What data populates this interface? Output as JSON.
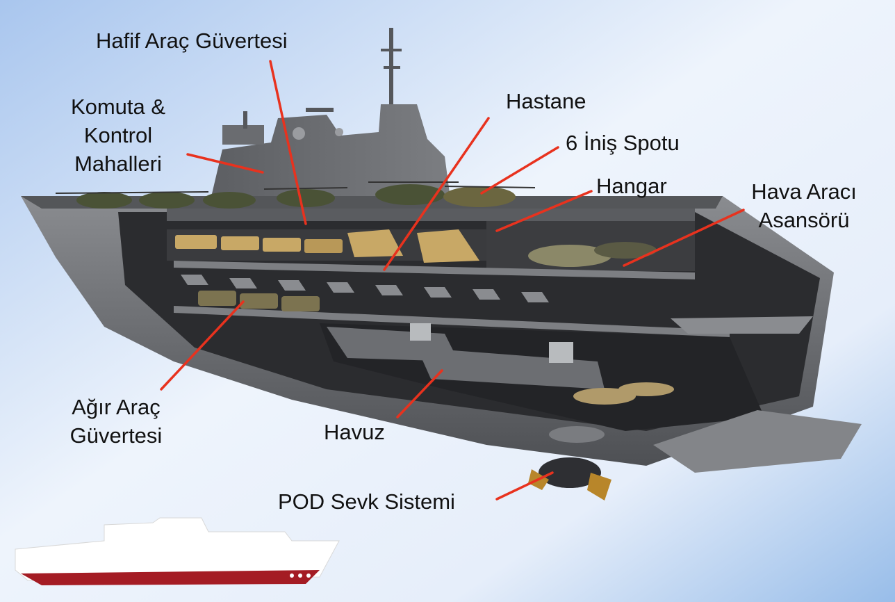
{
  "labels": {
    "hafif_arac": "Hafif Araç Güvertesi",
    "komuta_1": "Komuta &",
    "komuta_2": "Kontrol",
    "komuta_3": "Mahalleri",
    "hastane": "Hastane",
    "inis_spotu": "6 İniş Spotu",
    "hangar": "Hangar",
    "asansor_1": "Hava Aracı",
    "asansor_2": "Asansörü",
    "agir_1": "Ağır Araç",
    "agir_2": "Güvertesi",
    "havuz": "Havuz",
    "pod": "POD Sevk Sistemi"
  },
  "colors": {
    "leader_line": "#e8321e",
    "hull": "#6f7175",
    "hull_dark": "#2b2c2f",
    "vehicle": "#c8a866",
    "helicopter": "#4a5236",
    "background_top": "#bcd4f2",
    "background_mid": "#f4f7fc"
  }
}
